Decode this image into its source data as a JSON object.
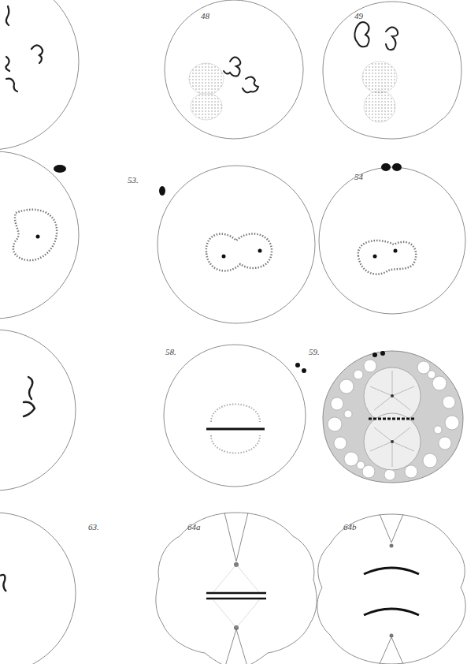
{
  "diagram": {
    "labels": [
      "48",
      "49",
      "53.",
      "54",
      "58.",
      "59.",
      "63.",
      "64a",
      "64b"
    ]
  }
}
